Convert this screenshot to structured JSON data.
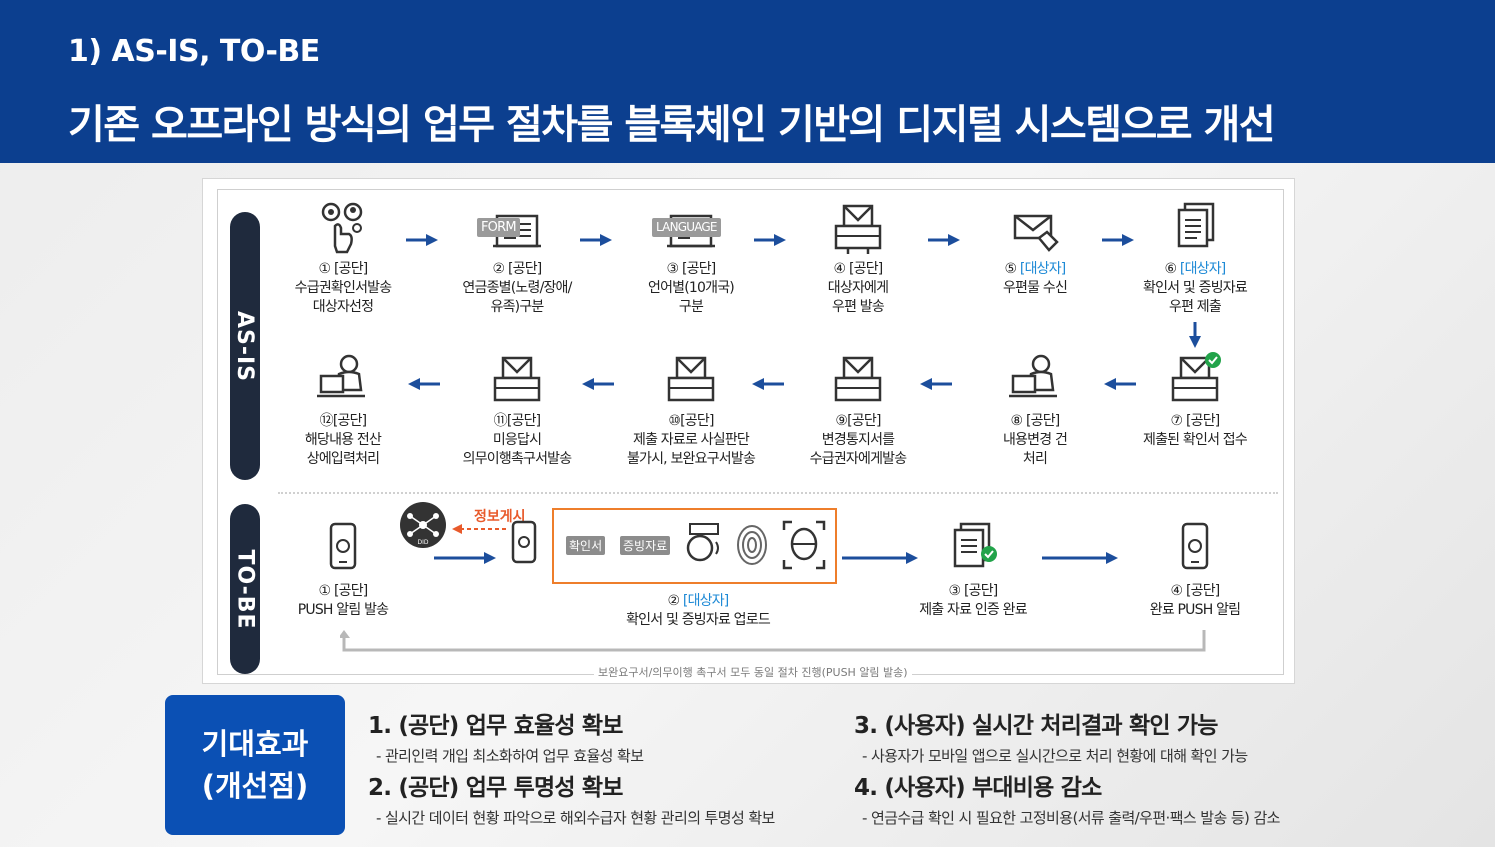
{
  "header": {
    "subtitle": "1) AS-IS, TO-BE",
    "title": "기존 오프라인 방식의 업무 절차를 블록체인 기반의 디지털 시스템으로 개선"
  },
  "diagram": {
    "asis_label": "AS-IS",
    "tobe_label": "TO-BE",
    "form_tag": "FORM",
    "language_tag": "LANGUAGE",
    "info_post_label": "정보게시",
    "did_label": "DID",
    "confirm_doc_tag": "확인서",
    "evidence_tag": "증빙자료",
    "loop_note": "보완요구서/의무이행 촉구서 모두 동일 절차 진행(PUSH 알림 발송)",
    "asis_steps": [
      {
        "num": "① [공단]",
        "who": "",
        "text1": "수급권확인서발송",
        "text2": "대상자선정"
      },
      {
        "num": "② [공단]",
        "who": "",
        "text1": "연금종별(노령/장애/",
        "text2": "유족)구분"
      },
      {
        "num": "③ [공단]",
        "who": "",
        "text1": "언어별(10개국)",
        "text2": "구분"
      },
      {
        "num": "④ [공단]",
        "who": "",
        "text1": "대상자에게",
        "text2": "우편 발송"
      },
      {
        "num": "⑤ ",
        "who": "[대상자]",
        "text1": "우편물 수신",
        "text2": ""
      },
      {
        "num": "⑥ ",
        "who": "[대상자]",
        "text1": "확인서 및 증빙자료",
        "text2": "우편 제출"
      },
      {
        "num": "⑦ [공단]",
        "who": "",
        "text1": "제출된 확인서 접수",
        "text2": ""
      },
      {
        "num": "⑧ [공단]",
        "who": "",
        "text1": "내용변경 건",
        "text2": "처리"
      },
      {
        "num": "⑨[공단]",
        "who": "",
        "text1": "변경통지서를",
        "text2": "수급권자에게발송"
      },
      {
        "num": "⑩[공단]",
        "who": "",
        "text1": "제출 자료로 사실판단",
        "text2": "불가시, 보완요구서발송"
      },
      {
        "num": "⑪[공단]",
        "who": "",
        "text1": "미응답시",
        "text2": "의무이행촉구서발송"
      },
      {
        "num": "⑫[공단]",
        "who": "",
        "text1": "해당내용 전산",
        "text2": "상에입력처리"
      }
    ],
    "tobe_steps": [
      {
        "num": "① [공단]",
        "who": "",
        "text1": "PUSH 알림 발송"
      },
      {
        "num": "② ",
        "who": "[대상자]",
        "text1": "확인서 및 증빙자료 업로드"
      },
      {
        "num": "③ [공단]",
        "who": "",
        "text1": "제출 자료 인증 완료"
      },
      {
        "num": "④ [공단]",
        "who": "",
        "text1": "완료 PUSH 알림"
      }
    ]
  },
  "effects": {
    "box_line1": "기대효과",
    "box_line2": "(개선점)",
    "items": [
      {
        "title": "1. (공단) 업무 효율성 확보",
        "desc": "- 관리인력 개입 최소화하여 업무 효율성 확보"
      },
      {
        "title": "2. (공단) 업무 투명성 확보",
        "desc": "- 실시간 데이터 현황 파악으로 해외수급자 현황 관리의 투명성 확보"
      },
      {
        "title": "3. (사용자) 실시간 처리결과 확인 가능",
        "desc": "- 사용자가 모바일 앱으로 실시간으로 처리 현황에 대해 확인 가능"
      },
      {
        "title": "4. (사용자) 부대비용 감소",
        "desc": "- 연금수급 확인 시 필요한 고정비용(서류 출력/우편·팩스 발송 등) 감소"
      }
    ]
  },
  "colors": {
    "header": "#0c3f8f",
    "effect_box": "#0b50b4",
    "arrow": "#1c4e9c",
    "highlight": "#ee7e2b",
    "accent_text": "#1e8ad6"
  }
}
